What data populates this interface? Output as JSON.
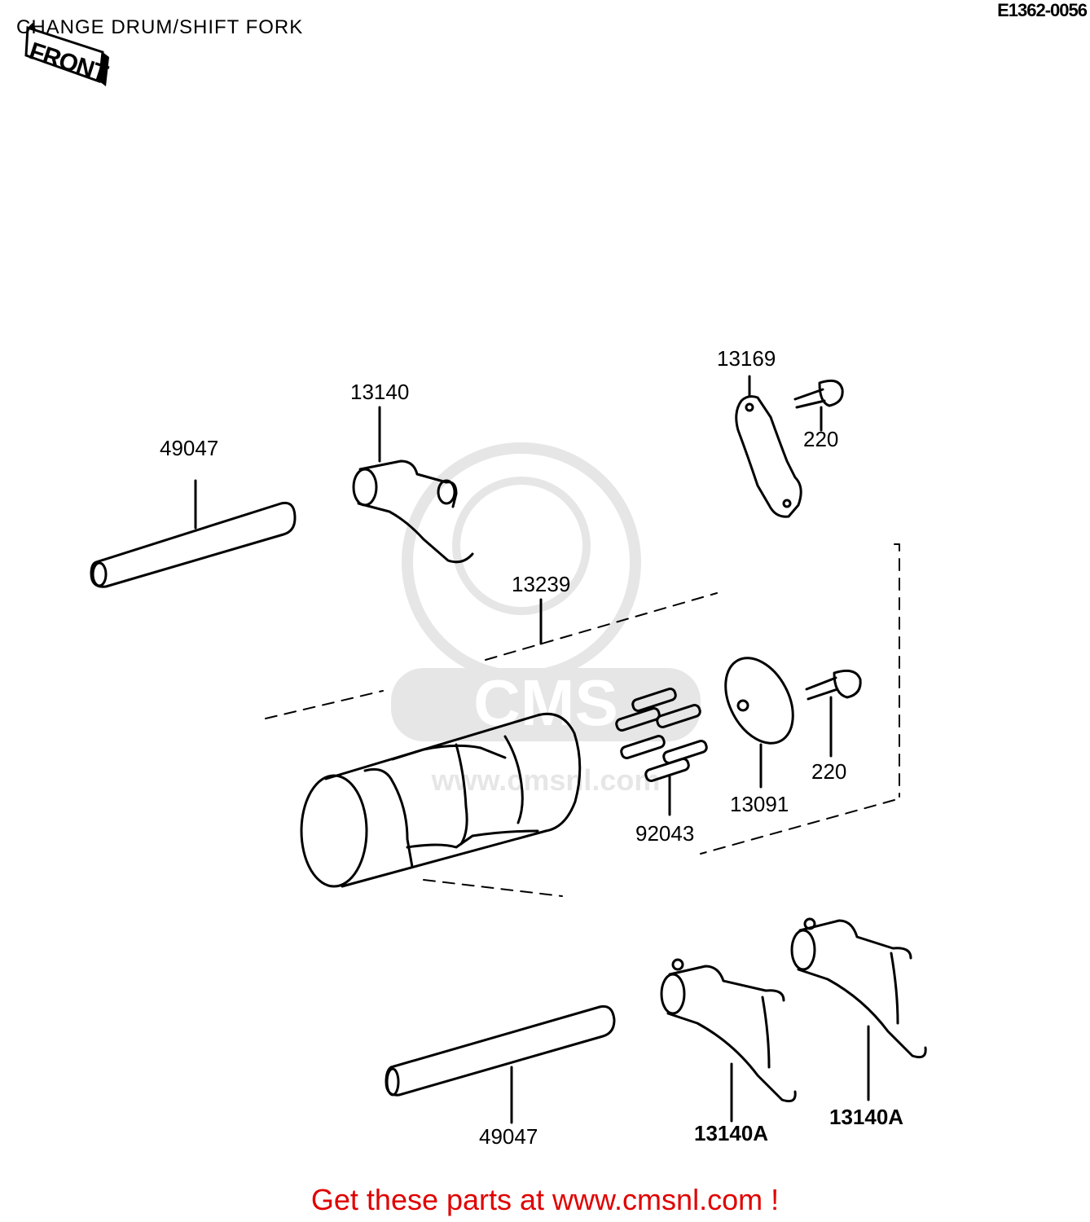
{
  "header": {
    "title": "CHANGE DRUM/SHIFT FORK",
    "diagram_code": "E1362-0056",
    "front_label": "FRONT"
  },
  "parts": {
    "shift_rod_upper": "49047",
    "shift_fork_upper": "13140",
    "plate_top": "13169",
    "bolt_top": "220",
    "change_drum": "13239",
    "drum_pins": "92043",
    "drum_cam": "13091",
    "bolt_cam": "220",
    "shift_rod_lower": "49047",
    "shift_fork_a1": "13140A",
    "shift_fork_a2": "13140A"
  },
  "watermark": {
    "text": "CMS",
    "url": "www.cmsnl.com"
  },
  "footer": {
    "cta": "Get these parts at www.cmsnl.com !"
  },
  "colors": {
    "cta": "#e00000",
    "line": "#000000",
    "watermark": "#9a9a9a"
  }
}
